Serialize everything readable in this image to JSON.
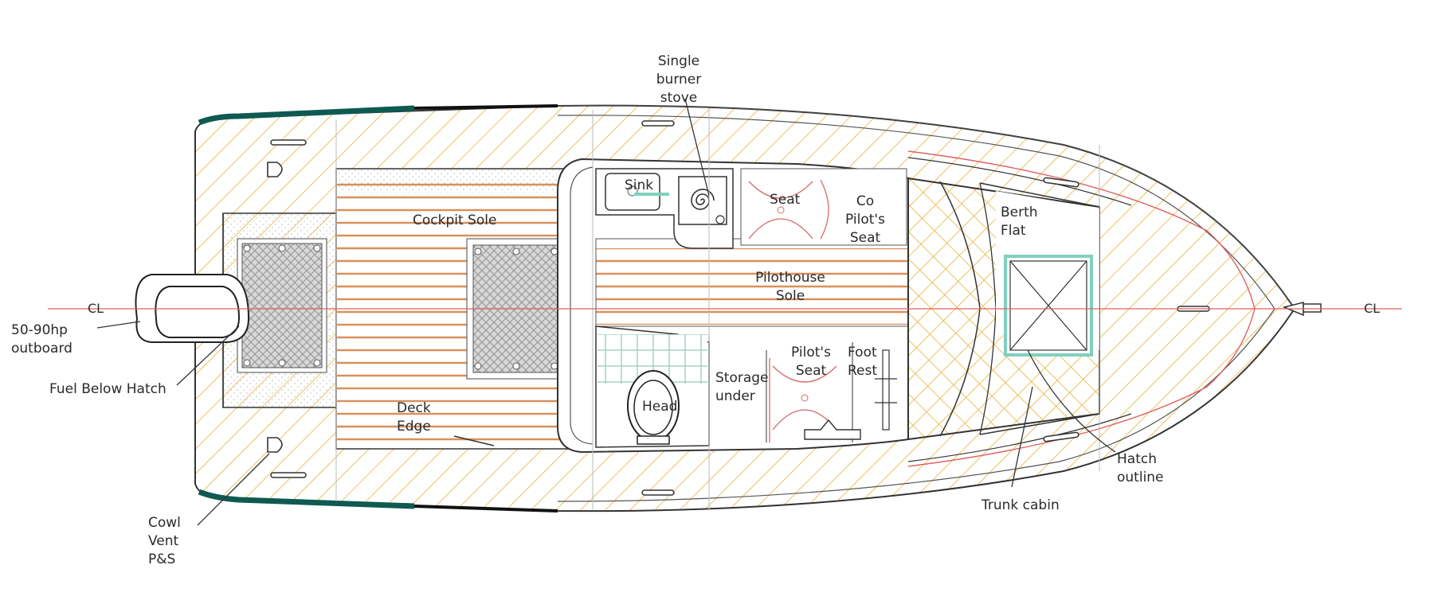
{
  "labels": {
    "stove": "Single\nburner\nstove",
    "sink": "Sink",
    "seat": "Seat",
    "copilot": "Co\nPilot's\nSeat",
    "cockpit_sole": "Cockpit Sole",
    "berth": "Berth\nFlat",
    "pilothouse_sole": "Pilothouse\nSole",
    "outboard": "50-90hp\noutboard",
    "fuel": "Fuel Below Hatch",
    "head": "Head",
    "storage": "Storage\nunder",
    "pilots_seat": "Pilot's\nSeat",
    "foot_rest": "Foot\nRest",
    "deck_edge": "Deck\nEdge",
    "hatch_outline": "Hatch\noutline",
    "trunk_cabin": "Trunk cabin",
    "cowl_vent": "Cowl\nVent\nP&S",
    "centerline_left": "CL",
    "centerline_right": "CL"
  },
  "colors": {
    "hull_line": "#333333",
    "hatching": "#e8b23a",
    "planking": "#d9905a",
    "centerline": "#e06060",
    "chine": "#0e5a52",
    "hatch_frame": "#7fd0c0",
    "tile": "#9fd6c6",
    "seat_sketch": "#d36a6a"
  }
}
